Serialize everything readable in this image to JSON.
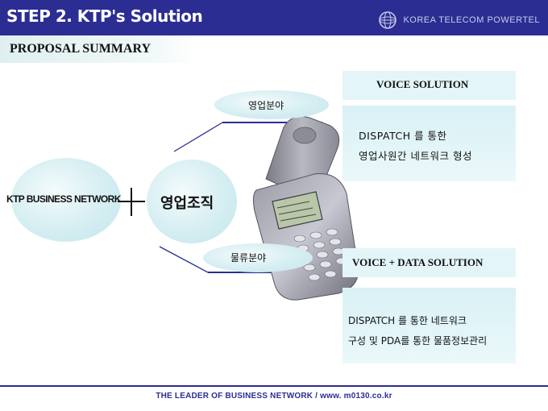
{
  "header": {
    "step_title": "STEP 2.  KTP's Solution",
    "company": "KOREA TELECOM POWERTEL",
    "logo_icon": "globe-logo-icon"
  },
  "summary": {
    "title": "PROPOSAL SUMMARY"
  },
  "diagram": {
    "ktp_network": "KTP BUSINESS NETWORK",
    "plus_icon": "plus-icon",
    "sales_org": "영업조직",
    "sales_field": "영업분야",
    "logistics_field": "물류분야",
    "phone_icon": "mobile-phone-icon"
  },
  "voice": {
    "heading": "VOICE SOLUTION",
    "line1": "DISPATCH  를  통한",
    "line2": "영업사원간 네트워크 형성"
  },
  "voice_data": {
    "heading": "VOICE + DATA SOLUTION",
    "line1": "DISPATCH 를 통한 네트워크",
    "line2": "구성 및 PDA를 통한 물품정보관리"
  },
  "footer": {
    "text": "THE LEADER OF BUSINESS NETWORK / www. m0130.co.kr"
  },
  "colors": {
    "brand_blue": "#2b2d93",
    "ellipse_fill": "#cfecf1",
    "box_fill": "#e3f5f8"
  }
}
